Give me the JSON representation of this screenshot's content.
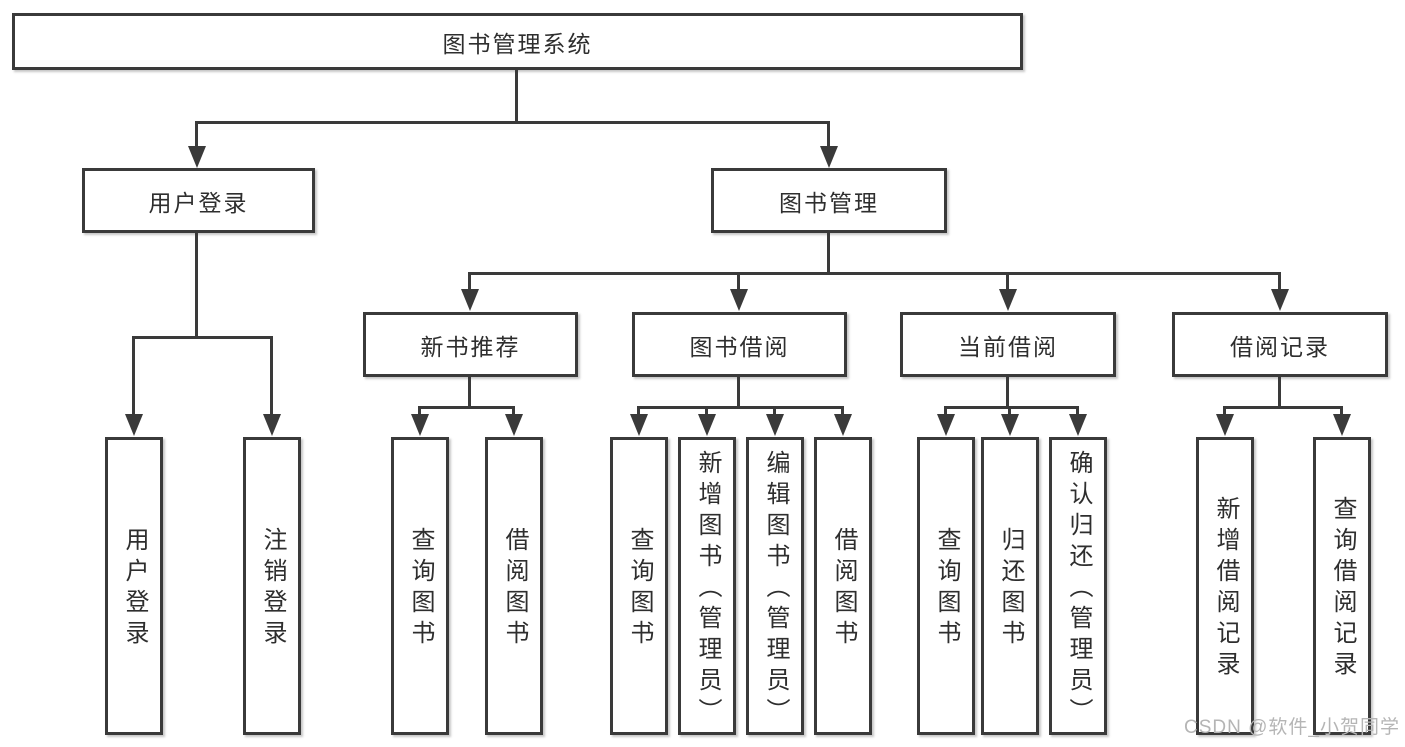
{
  "diagram": {
    "root": "图书管理系统",
    "children": [
      {
        "label": "用户登录",
        "leaves": [
          "用户登录",
          "注销登录"
        ]
      },
      {
        "label": "图书管理",
        "children": [
          {
            "label": "新书推荐",
            "leaves": [
              "查询图书",
              "借阅图书"
            ]
          },
          {
            "label": "图书借阅",
            "leaves": [
              "查询图书",
              "新增图书（管理员）",
              "编辑图书（管理员）",
              "借阅图书"
            ]
          },
          {
            "label": "当前借阅",
            "leaves": [
              "查询图书",
              "归还图书",
              "确认归还（管理员）"
            ]
          },
          {
            "label": "借阅记录",
            "leaves": [
              "新增借阅记录",
              "查询借阅记录"
            ]
          }
        ]
      }
    ]
  },
  "watermark": "CSDN @软件_小贺同学",
  "colors": {
    "line": "#3a3a3a",
    "text": "#2e2e2e",
    "watermark": "#b5b5b5",
    "background": "#ffffff"
  }
}
